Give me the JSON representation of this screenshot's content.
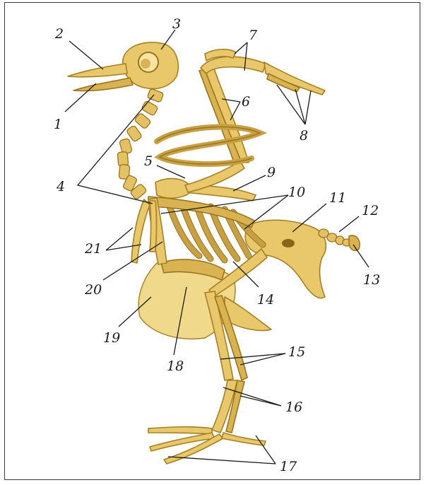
{
  "labels": [
    {
      "id": "1",
      "text": "1"
    },
    {
      "id": "2",
      "text": "2"
    },
    {
      "id": "3",
      "text": "3"
    },
    {
      "id": "4",
      "text": "4"
    },
    {
      "id": "5",
      "text": "5"
    },
    {
      "id": "6",
      "text": "6"
    },
    {
      "id": "7",
      "text": "7"
    },
    {
      "id": "8",
      "text": "8"
    },
    {
      "id": "9",
      "text": "9"
    },
    {
      "id": "10",
      "text": "10"
    },
    {
      "id": "11",
      "text": "11"
    },
    {
      "id": "12",
      "text": "12"
    },
    {
      "id": "13",
      "text": "13"
    },
    {
      "id": "14",
      "text": "14"
    },
    {
      "id": "15",
      "text": "15"
    },
    {
      "id": "16",
      "text": "16"
    },
    {
      "id": "17",
      "text": "17"
    },
    {
      "id": "18",
      "text": "18"
    },
    {
      "id": "19",
      "text": "19"
    },
    {
      "id": "20",
      "text": "20"
    },
    {
      "id": "21",
      "text": "21"
    }
  ],
  "colors": {
    "bone": "#e8c86a",
    "bone_shadow": "#a57f24",
    "label": "#1a1a1a",
    "frame": "#3a3a3a"
  }
}
